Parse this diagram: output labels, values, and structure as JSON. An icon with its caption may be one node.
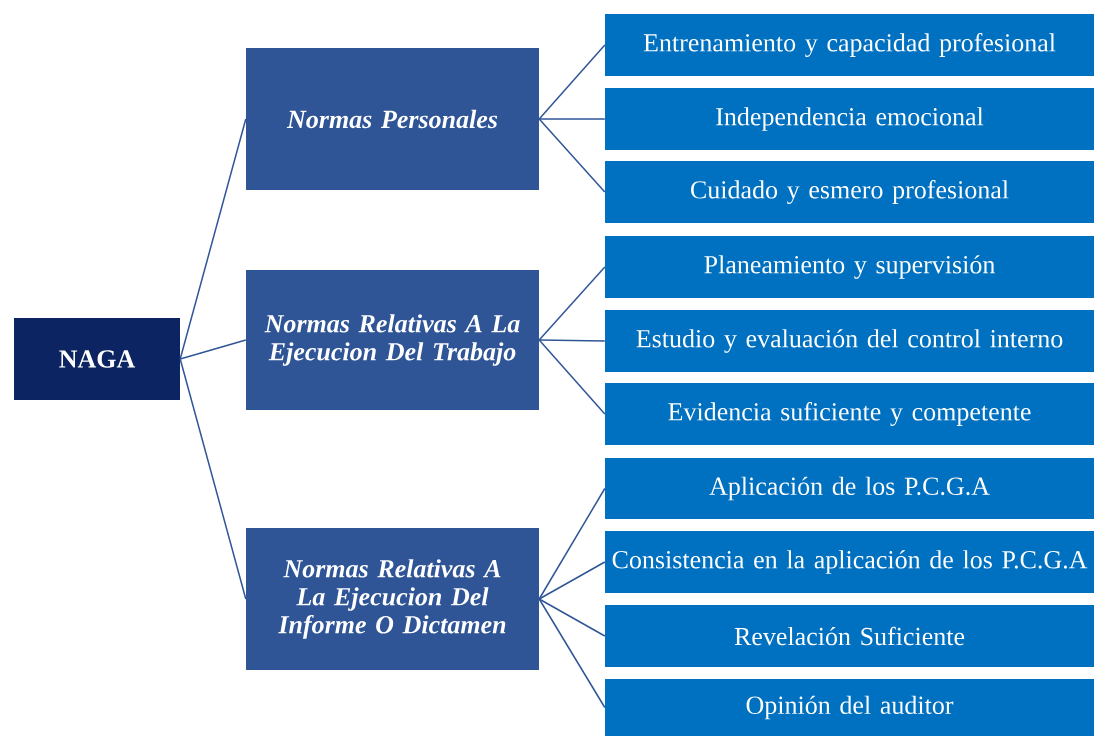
{
  "diagram": {
    "nodes": [
      {
        "text": [
          "NAGA"
        ]
      },
      {
        "text": [
          "Normas Personales"
        ]
      },
      {
        "text": [
          "Normas Relativas A La Ejecucion Del Trabajo"
        ]
      },
      {
        "text": [
          "Normas Relativas A La Ejecucion Del Informe O Dictamen"
        ]
      },
      {
        "text": [
          "Entrenamiento y capacidad profesional"
        ]
      },
      {
        "text": [
          "Independencia emocional"
        ]
      },
      {
        "text": [
          "Cuidado y esmero profesional"
        ]
      },
      {
        "text": [
          "Planeamiento y supervisión"
        ]
      },
      {
        "text": [
          "Estudio y evaluación del control interno"
        ]
      },
      {
        "text": [
          "Evidencia suficiente y competente"
        ]
      },
      {
        "text": [
          "Aplicación de los P.C.G.A"
        ]
      },
      {
        "text": [
          "Consistencia en la aplicación de los P.C.G.A"
        ]
      },
      {
        "text": [
          "Revelación Suficiente"
        ]
      },
      {
        "text": [
          "Opinión del auditor"
        ]
      }
    ],
    "edges": [
      {
        "from": 0,
        "to": 1,
        "arrow": "none"
      },
      {
        "from": 0,
        "to": 2,
        "arrow": "none"
      },
      {
        "from": 0,
        "to": 3,
        "arrow": "none"
      },
      {
        "from": 1,
        "to": 4,
        "arrow": "none"
      },
      {
        "from": 1,
        "to": 5,
        "arrow": "none"
      },
      {
        "from": 1,
        "to": 6,
        "arrow": "none"
      },
      {
        "from": 2,
        "to": 7,
        "arrow": "none"
      },
      {
        "from": 2,
        "to": 8,
        "arrow": "none"
      },
      {
        "from": 2,
        "to": 9,
        "arrow": "none"
      },
      {
        "from": 3,
        "to": 10,
        "arrow": "none"
      },
      {
        "from": 3,
        "to": 11,
        "arrow": "none"
      },
      {
        "from": 3,
        "to": 12,
        "arrow": "none"
      },
      {
        "from": 3,
        "to": 13,
        "arrow": "none"
      }
    ]
  }
}
